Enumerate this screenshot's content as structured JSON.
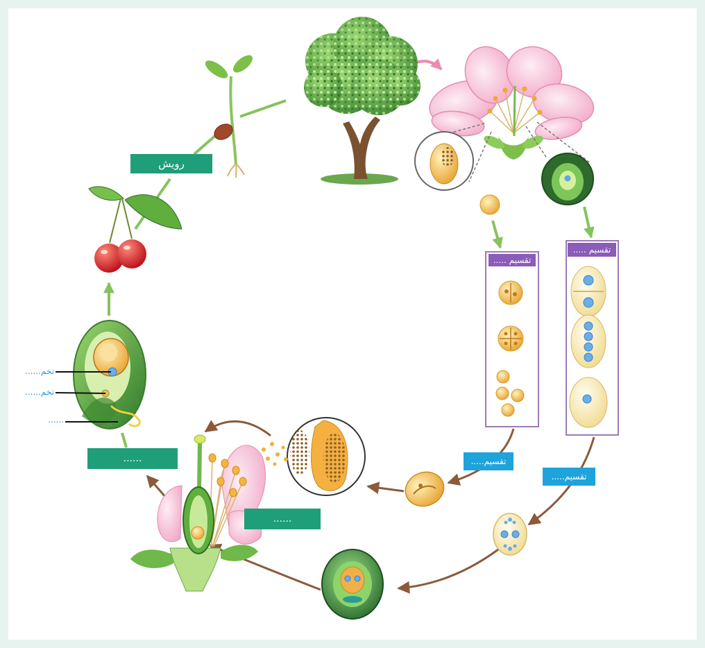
{
  "diagram": {
    "labels": {
      "germination": "رویش",
      "division_panel_left": "تقسیم .....",
      "division_panel_right": "تقسیم .....",
      "division_blue_left": "تقسیم.....",
      "division_blue_right": "تقسیم.....",
      "blank_box_fruit": "......",
      "blank_box_pollination": "......",
      "seed_part_1": "تخم......",
      "seed_part_2": "تخم......",
      "seed_part_3": "......"
    }
  },
  "colors": {
    "background": "#e7f3ef",
    "green_label": "#1f9e7a",
    "purple_label": "#8b5cb8",
    "blue_label": "#1ea3dc",
    "blue_text": "#2a9ad8",
    "arrow_brown": "#8a5a3b",
    "arrow_green": "#86c25d",
    "arrow_pink": "#e98bb2"
  }
}
